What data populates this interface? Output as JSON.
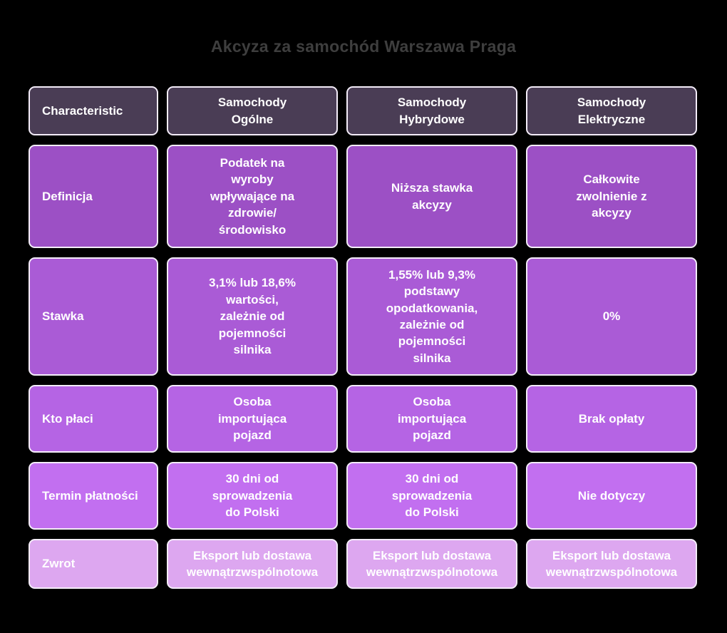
{
  "title": "Akcyza za samochód Warszawa Praga",
  "colors": {
    "page_background": "#000000",
    "title_text": "#3e3e3e",
    "cell_text": "#ffffff",
    "cell_border": "#f4edf9",
    "header_bg": "#4a3d55",
    "row_definicja_bg": "#9c50c5",
    "row_stawka_bg": "#aa5bd6",
    "row_kto_placi_bg": "#b564e4",
    "row_termin_bg": "#c26ff0",
    "row_zwrot_bg": "#dda7f0"
  },
  "table": {
    "header": [
      "Characteristic",
      "Samochody\nOgólne",
      "Samochody\nHybrydowe",
      "Samochody\nElektryczne"
    ],
    "rows": [
      {
        "label": "Definicja",
        "bg": "#9c50c5",
        "cells": [
          "Podatek na\nwyroby\nwpływające na\nzdrowie/\nśrodowisko",
          "Niższa stawka\nakcyzy",
          "Całkowite\nzwolnienie z\nakcyzy"
        ]
      },
      {
        "label": "Stawka",
        "bg": "#aa5bd6",
        "cells": [
          "3,1% lub 18,6%\nwartości,\nzależnie od\npojemności\nsilnika",
          "1,55% lub 9,3%\npodstawy\nopodatkowania,\nzależnie od\npojemności\nsilnika",
          "0%"
        ]
      },
      {
        "label": "Kto płaci",
        "bg": "#b564e4",
        "cells": [
          "Osoba\nimportująca\npojazd",
          "Osoba\nimportująca\npojazd",
          "Brak opłaty"
        ]
      },
      {
        "label": "Termin płatności",
        "bg": "#c26ff0",
        "cells": [
          "30 dni od\nsprowadzenia\ndo Polski",
          "30 dni od\nsprowadzenia\ndo Polski",
          "Nie dotyczy"
        ]
      },
      {
        "label": "Zwrot",
        "bg": "#dda7f0",
        "cells": [
          "Eksport lub dostawa\nwewnątrzwspólnotowa",
          "Eksport lub dostawa\nwewnątrzwspólnotowa",
          "Eksport lub dostawa\nwewnątrzwspólnotowa"
        ]
      }
    ]
  },
  "chart_data": {
    "type": "table",
    "title": "Akcyza za samochód Warszawa Praga",
    "columns": [
      "Characteristic",
      "Samochody Ogólne",
      "Samochody Hybrydowe",
      "Samochody Elektryczne"
    ],
    "rows": [
      [
        "Definicja",
        "Podatek na wyroby wpływające na zdrowie/ środowisko",
        "Niższa stawka akcyzy",
        "Całkowite zwolnienie z akcyzy"
      ],
      [
        "Stawka",
        "3,1% lub 18,6% wartości, zależnie od pojemności silnika",
        "1,55% lub 9,3% podstawy opodatkowania, zależnie od pojemności silnika",
        "0%"
      ],
      [
        "Kto płaci",
        "Osoba importująca pojazd",
        "Osoba importująca pojazd",
        "Brak opłaty"
      ],
      [
        "Termin płatności",
        "30 dni od sprowadzenia do Polski",
        "30 dni od sprowadzenia do Polski",
        "Nie dotyczy"
      ],
      [
        "Zwrot",
        "Eksport lub dostawa wewnątrzwspólnotowa",
        "Eksport lub dostawa wewnątrzwspólnotowa",
        "Eksport lub dostawa wewnątrzwspólnotowa"
      ]
    ]
  }
}
